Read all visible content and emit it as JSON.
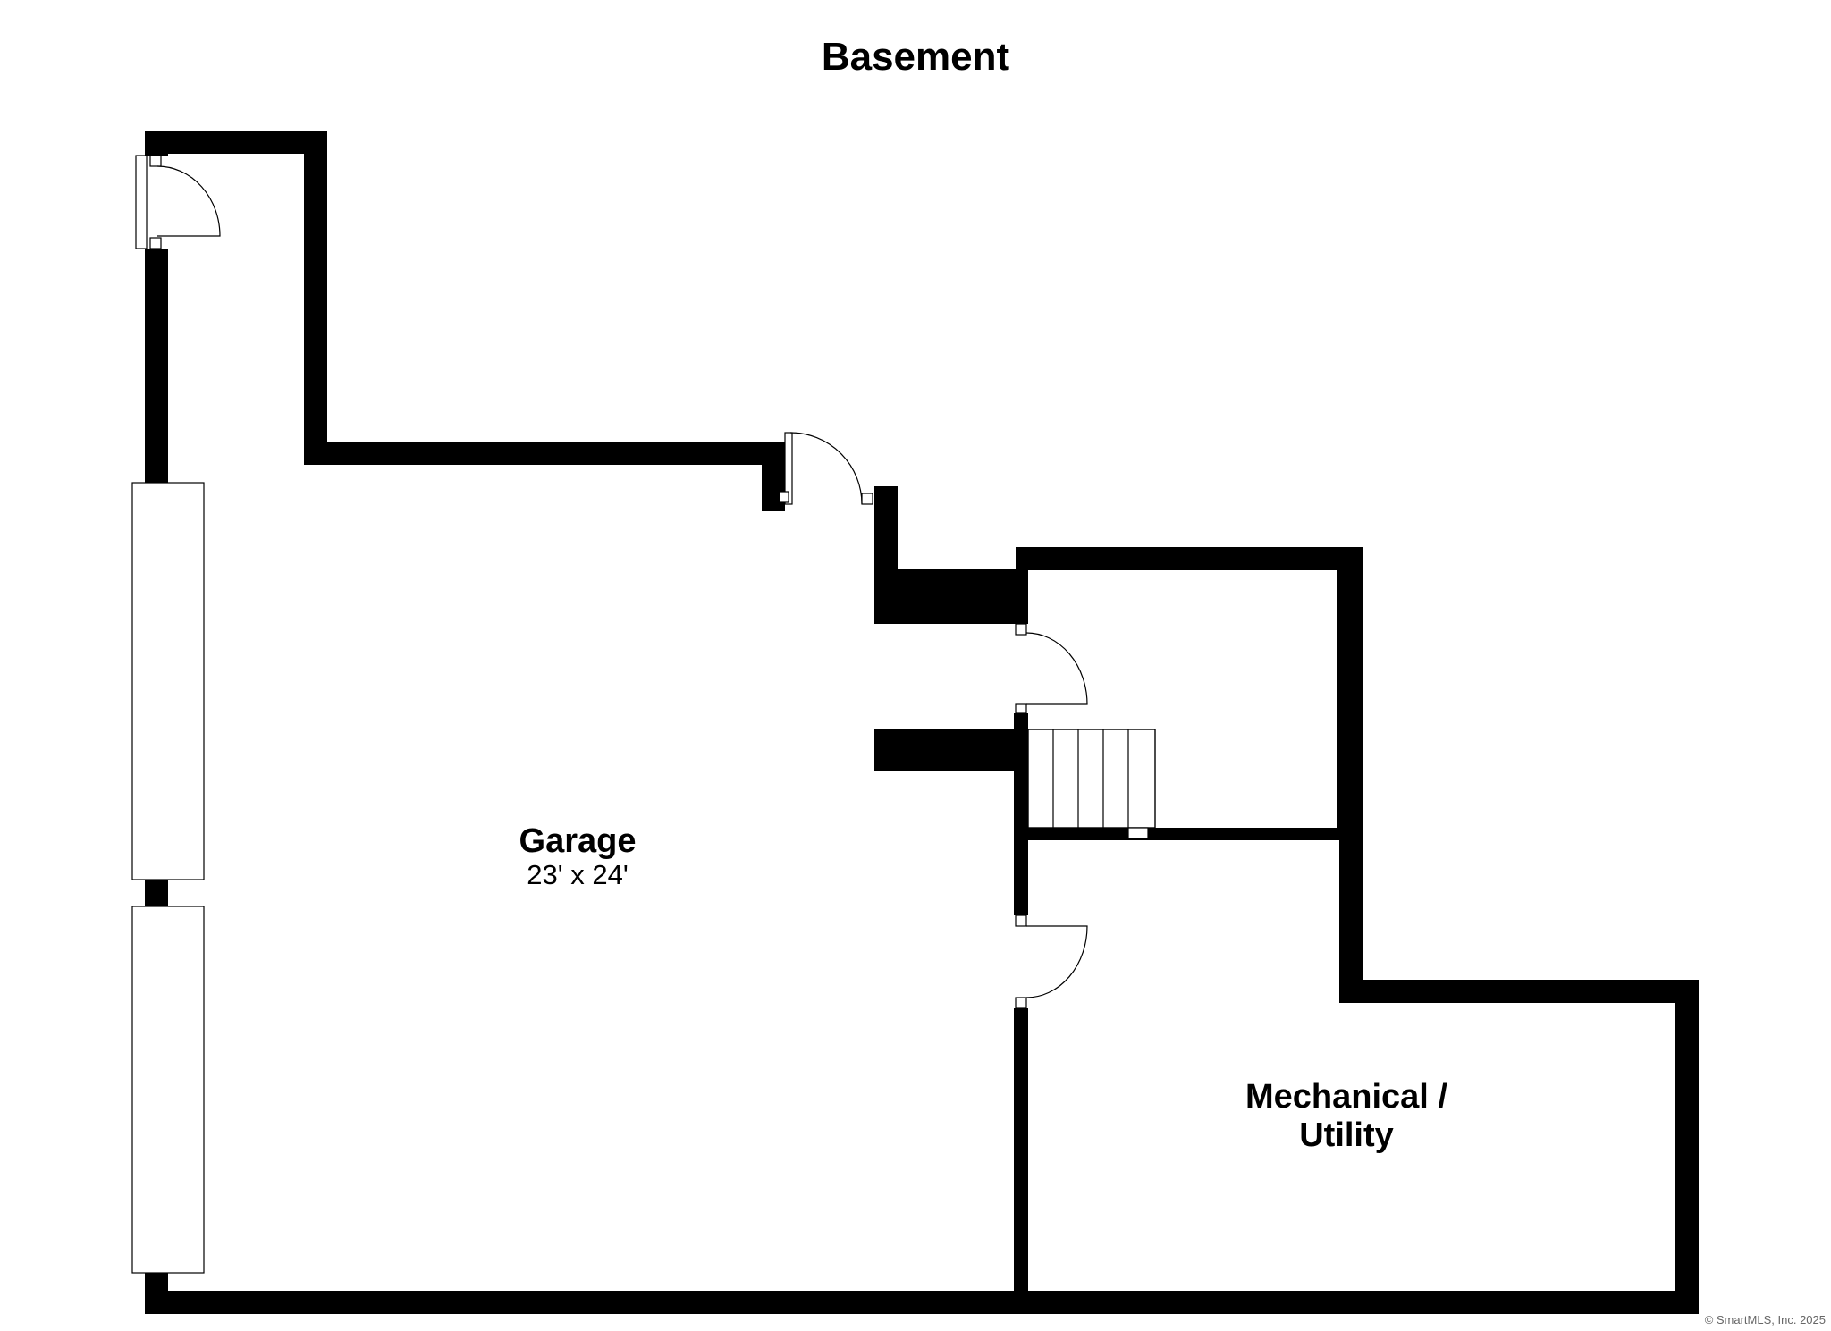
{
  "title": "Basement",
  "rooms": {
    "garage": {
      "name": "Garage",
      "dimensions": "23' x 24'"
    },
    "mechanical": {
      "name_line1": "Mechanical /",
      "name_line2": "Utility"
    }
  },
  "copyright": "© SmartMLS, Inc.  2025"
}
